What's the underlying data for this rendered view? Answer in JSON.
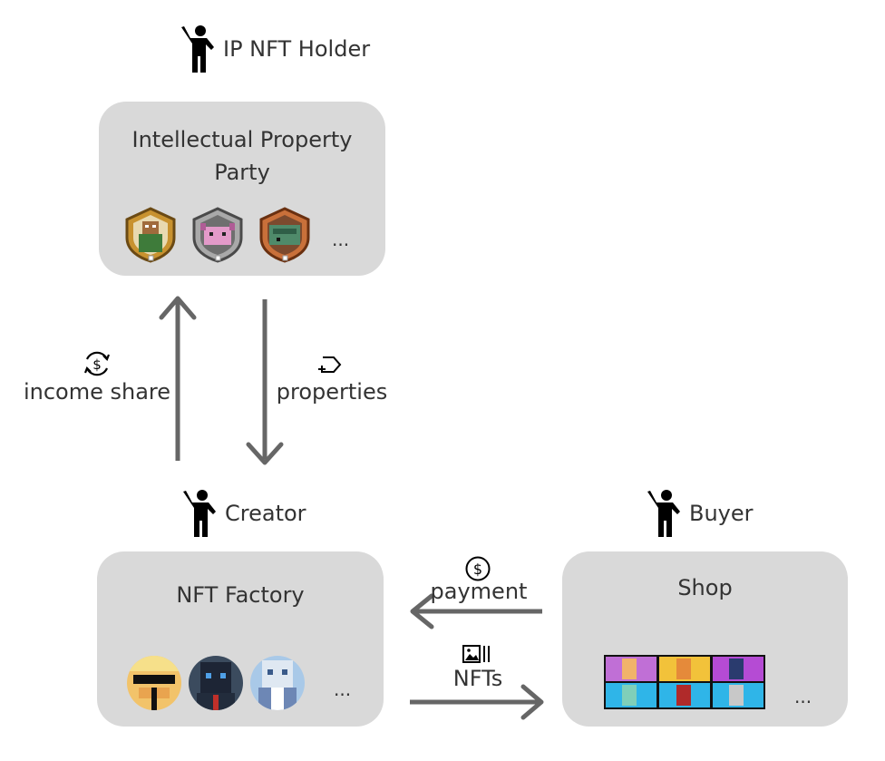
{
  "roles": {
    "ip_holder": "IP NFT Holder",
    "creator": "Creator",
    "buyer": "Buyer"
  },
  "boxes": {
    "ip_party": {
      "title": "Intellectual Property Party",
      "more": "..."
    },
    "factory": {
      "title": "NFT Factory",
      "more": "..."
    },
    "shop": {
      "title": "Shop",
      "more": "..."
    }
  },
  "flows": {
    "income_share": "income share",
    "properties": "properties",
    "payment": "payment",
    "nfts": "NFTs"
  },
  "colors": {
    "box_fill": "#d9d9d9",
    "arrow": "#666666",
    "text": "#333333"
  }
}
